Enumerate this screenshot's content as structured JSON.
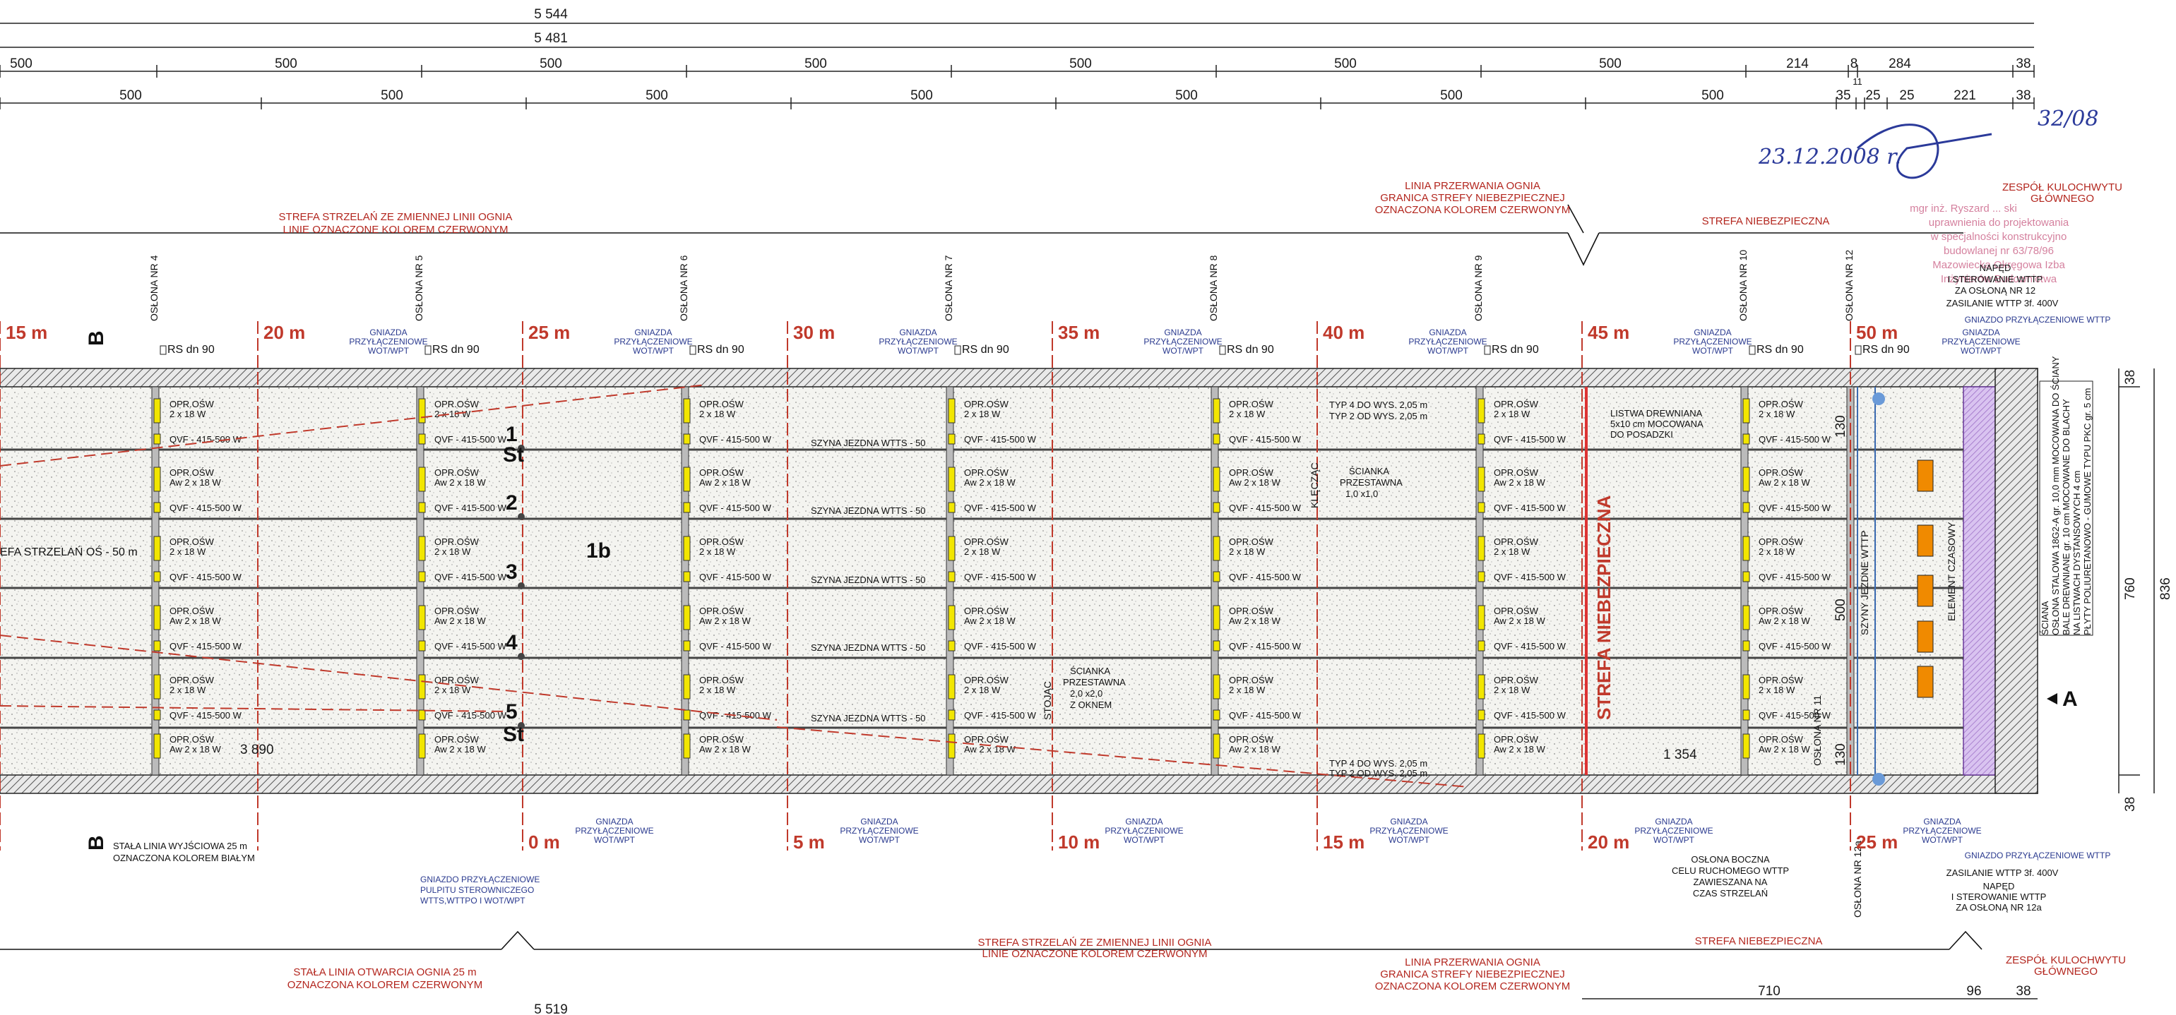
{
  "dims": {
    "row1": {
      "total": "5 544"
    },
    "row2": {
      "total": "5 481"
    },
    "row3": [
      "500",
      "500",
      "500",
      "500",
      "500",
      "500",
      "500",
      "214",
      "8",
      "284",
      "38"
    ],
    "row4": [
      "500",
      "500",
      "500",
      "500",
      "500",
      "500",
      "500",
      "35",
      "25",
      "25",
      "221",
      "38"
    ],
    "row4_extra": "11",
    "right": [
      "38",
      "760",
      "836",
      "38"
    ],
    "mid_right": [
      "130",
      "500",
      "130"
    ],
    "bottom": [
      "710",
      "96",
      "38"
    ],
    "bottom_left": "5 519",
    "segment_3890": "3 890",
    "segment_1354": "1 354"
  },
  "distances_top": [
    "15 m",
    "20 m",
    "25 m",
    "30 m",
    "35 m",
    "40 m",
    "45 m",
    "50 m"
  ],
  "distances_bottom": [
    "0 m",
    "5 m",
    "10 m",
    "15 m",
    "20 m",
    "25 m"
  ],
  "shields": [
    "OSŁONA NR 4",
    "OSŁONA NR 5",
    "OSŁONA NR 6",
    "OSŁONA NR 7",
    "OSŁONA NR 8",
    "OSŁONA NR 9",
    "OSŁONA NR 10",
    "OSŁONA NR 12"
  ],
  "shields_bottom": [
    "OSŁONA NR 11",
    "OSŁONA NR 12a"
  ],
  "rs_label": "RS dn 90",
  "socket_label": [
    "GNIAZDA",
    "PRZYŁĄCZENIOWE",
    "WOT/WPT"
  ],
  "annotations": {
    "strefa_top": [
      "STREFA STRZELAŃ ZE ZMIENNEJ LINII OGNIA",
      "LINIE OZNACZONE KOLOREM CZERWONYM"
    ],
    "linia_przerwania_top": [
      "LINIA PRZERWANIA OGNIA",
      "GRANICA STREFY NIEBEZPIECZNEJ",
      "OZNACZONA KOLOREM CZERWONYM"
    ],
    "strefa_niebezpieczna": "STREFA NIEBEZPIECZNA",
    "zespol": [
      "ZESPÓŁ KULOCHWYTU",
      "GŁÓWNEGO"
    ],
    "naped_top": [
      "NAPĘD",
      "I STEROWANIE WTTP",
      "ZA OSŁONĄ NR 12"
    ],
    "zasilanie": "ZASILANIE WTTP 3f. 400V",
    "gniazda_wttp": "GNIAZDO PRZYŁĄCZENIOWE WTTP",
    "strefa_left": "EFA STRZELAŃ OŚ - 50 m",
    "stala_linia_wyj": [
      "STAŁA LINIA WYJŚCIOWA 25 m",
      "OZNACZONA KOLOREM BIAŁYM"
    ],
    "gniazdo_pulpit": [
      "GNIAZDO PRZYŁĄCZENIOWE",
      "PULPITU STEROWNICZEGO",
      "WTTS,WTTPO I WOT/WPT"
    ],
    "stala_linia_otw": [
      "STAŁA LINIA OTWARCIA OGNIA 25 m",
      "OZNACZONA KOLOREM CZERWONYM"
    ],
    "oslona_boczna": [
      "OSŁONA BOCZNA",
      "CELU RUCHOMEGO WTTP",
      "ZAWIESZANA NA",
      "CZAS STRZELAŃ"
    ],
    "naped_bottom": [
      "NAPĘD",
      "I STEROWANIE WTTP",
      "ZA OSŁONĄ NR 12a"
    ],
    "listwa": [
      "LISTWA DREWNIANA",
      "5x10 cm MOCOWANA",
      "DO POSADZKI"
    ],
    "typ_top": [
      "TYP 4 DO WYS. 2,05 m",
      "TYP 2 OD WYS. 2,05 m"
    ],
    "scianka": [
      "ŚCIANKA",
      "PRZESTAWNA",
      "1,0 x1,0"
    ],
    "scianka2": [
      "ŚCIANKA",
      "PRZESTAWNA",
      "2,0 x2,0",
      "Z OKNEM"
    ],
    "klecz": "KLĘCZĄC",
    "stojac": "STOJĄC",
    "szyna": "SZYNA JEZDNA WTTS - 50",
    "zone_label": "1b",
    "right_note": [
      "ŚCIANA",
      "OSŁONA STALOWA 18G2-A gr. 10,0 mm MOCOWANA DO ŚCIANY",
      "BALE DREWNIANE gr. 10 cm MOCOWANE DO BLACHY",
      "NA LISTWACH DYSTANSOWYCH 4 cm",
      "PŁYTY POLIURETANOWO - GUMOWE TYPU PKC gr. 5 cm"
    ],
    "rozp_czasu": "ELEMENT CZASOWY",
    "szyny_wttp": "SZYNY JEZDNE WTTP",
    "section_a": "A",
    "section_b": "B",
    "stamp_lines": [
      "mgr inż. Ryszard ... ski",
      "uprawnienia do projektowania",
      "w specjalności konstrukcyjno",
      "budowlanej nr 63/78/96",
      "Mazowiecka Okręgowa Izba",
      "Inżynierów Budownictwa"
    ],
    "handwritten_date": "23.12.2008 r.",
    "handwritten_num": "32/08"
  },
  "cell_labels": {
    "oprosw_a": [
      "OPR.OŚW",
      "2 x 18 W"
    ],
    "oprosw_b": [
      "OPR.OŚW",
      "Aw 2 x 18 W"
    ],
    "qvf": "QVF - 415-500 W"
  },
  "lane_numbers": [
    "1",
    "2",
    "3",
    "4",
    "5"
  ],
  "lane_st": "St",
  "colors": {
    "red": "#c0392b",
    "blue": "#2a3a8f",
    "yellow": "#f2e600",
    "purple": "#c9a7e6",
    "hatch": "#555555"
  }
}
